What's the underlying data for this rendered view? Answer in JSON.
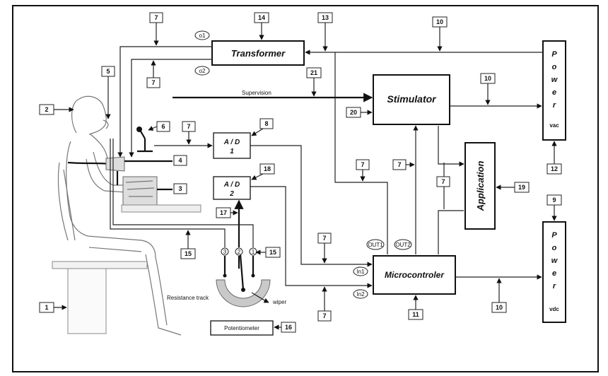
{
  "blocks": {
    "transformer": "Transformer",
    "stimulator": "Stimulator",
    "application": "Application",
    "microcontroller": "Microcontroler",
    "ad1_title": "A / D",
    "ad1_num": "1",
    "ad2_title": "A / D",
    "ad2_num": "2",
    "potentiometer": "Potentiometer",
    "power_top_letters": [
      "P",
      "o",
      "w",
      "e",
      "r"
    ],
    "power_top_unit": "vac",
    "power_bottom_letters": [
      "P",
      "o",
      "w",
      "e",
      "r"
    ],
    "power_bottom_unit": "vdc"
  },
  "labels": {
    "supervision": "Supervision",
    "resistance_track": "Resistance track",
    "wiper": "wiper",
    "o1": "o1",
    "o2": "o2",
    "out1": "OUT1",
    "out2": "OUT2",
    "in1": "In1",
    "in2": "In2",
    "pin3": "3",
    "pin2": "2",
    "pin1": "1"
  },
  "tags": [
    "7",
    "14",
    "13",
    "10",
    "7",
    "5",
    "2",
    "21",
    "20",
    "10",
    "6",
    "7",
    "8",
    "4",
    "3",
    "7",
    "7",
    "19",
    "7",
    "18",
    "17",
    "15",
    "15",
    "7",
    "12",
    "9",
    "1",
    "7",
    "11",
    "10",
    "16"
  ]
}
